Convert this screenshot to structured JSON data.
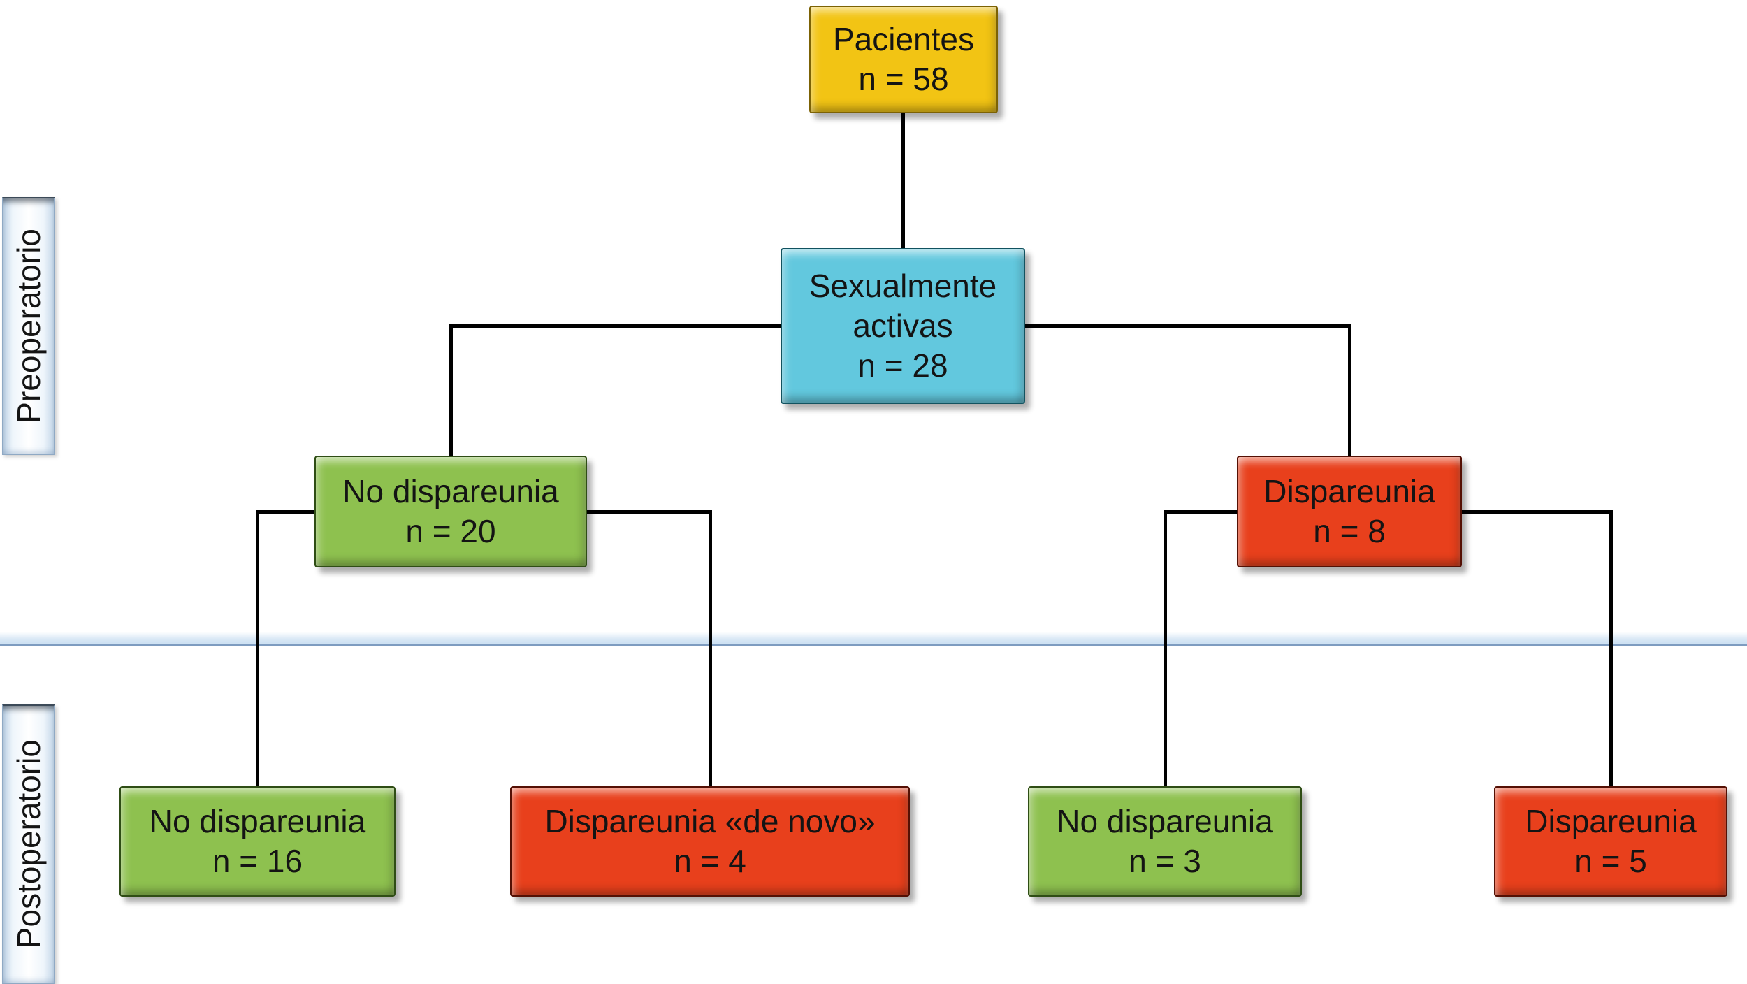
{
  "diagram_type": "patient-flowchart",
  "phases": {
    "pre_label": "Preoperatorio",
    "post_label": "Postoperatorio"
  },
  "nodes": {
    "patients": {
      "label": "Pacientes",
      "count": "n = 58",
      "value": 58,
      "fill": "#f2c414"
    },
    "sexually_active": {
      "label_line1": "Sexualmente",
      "label_line2": "activas",
      "count": "n = 28",
      "value": 28,
      "fill": "#62c8de"
    },
    "pre_no_dispareunia": {
      "label": "No dispareunia",
      "count": "n = 20",
      "value": 20,
      "fill": "#8ec14f"
    },
    "pre_dispareunia": {
      "label": "Dispareunia",
      "count": "n = 8",
      "value": 8,
      "fill": "#e8401c"
    },
    "post_no_dispareunia_16": {
      "label": "No dispareunia",
      "count": "n = 16",
      "value": 16,
      "fill": "#8ec14f"
    },
    "post_dispareunia_de_novo": {
      "label": "Dispareunia «de novo»",
      "count": "n = 4",
      "value": 4,
      "fill": "#e8401c"
    },
    "post_no_dispareunia_3": {
      "label": "No dispareunia",
      "count": "n = 3",
      "value": 3,
      "fill": "#8ec14f"
    },
    "post_dispareunia_5": {
      "label": "Dispareunia",
      "count": "n = 5",
      "value": 5,
      "fill": "#e8401c"
    }
  },
  "edges": [
    {
      "from": "patients",
      "to": "sexually_active"
    },
    {
      "from": "sexually_active",
      "to": "pre_no_dispareunia"
    },
    {
      "from": "sexually_active",
      "to": "pre_dispareunia"
    },
    {
      "from": "pre_no_dispareunia",
      "to": "post_no_dispareunia_16"
    },
    {
      "from": "pre_no_dispareunia",
      "to": "post_dispareunia_de_novo"
    },
    {
      "from": "pre_dispareunia",
      "to": "post_no_dispareunia_3"
    },
    {
      "from": "pre_dispareunia",
      "to": "post_dispareunia_5"
    }
  ],
  "colors": {
    "connector": "#000000",
    "divider_line": "#7e9cc0",
    "divider_band": "#dbe9f6",
    "node_yellow": "#f2c414",
    "node_cyan": "#62c8de",
    "node_green": "#8ec14f",
    "node_red": "#e8401c",
    "phase_box": "#eef5fb",
    "text": "#141414"
  }
}
